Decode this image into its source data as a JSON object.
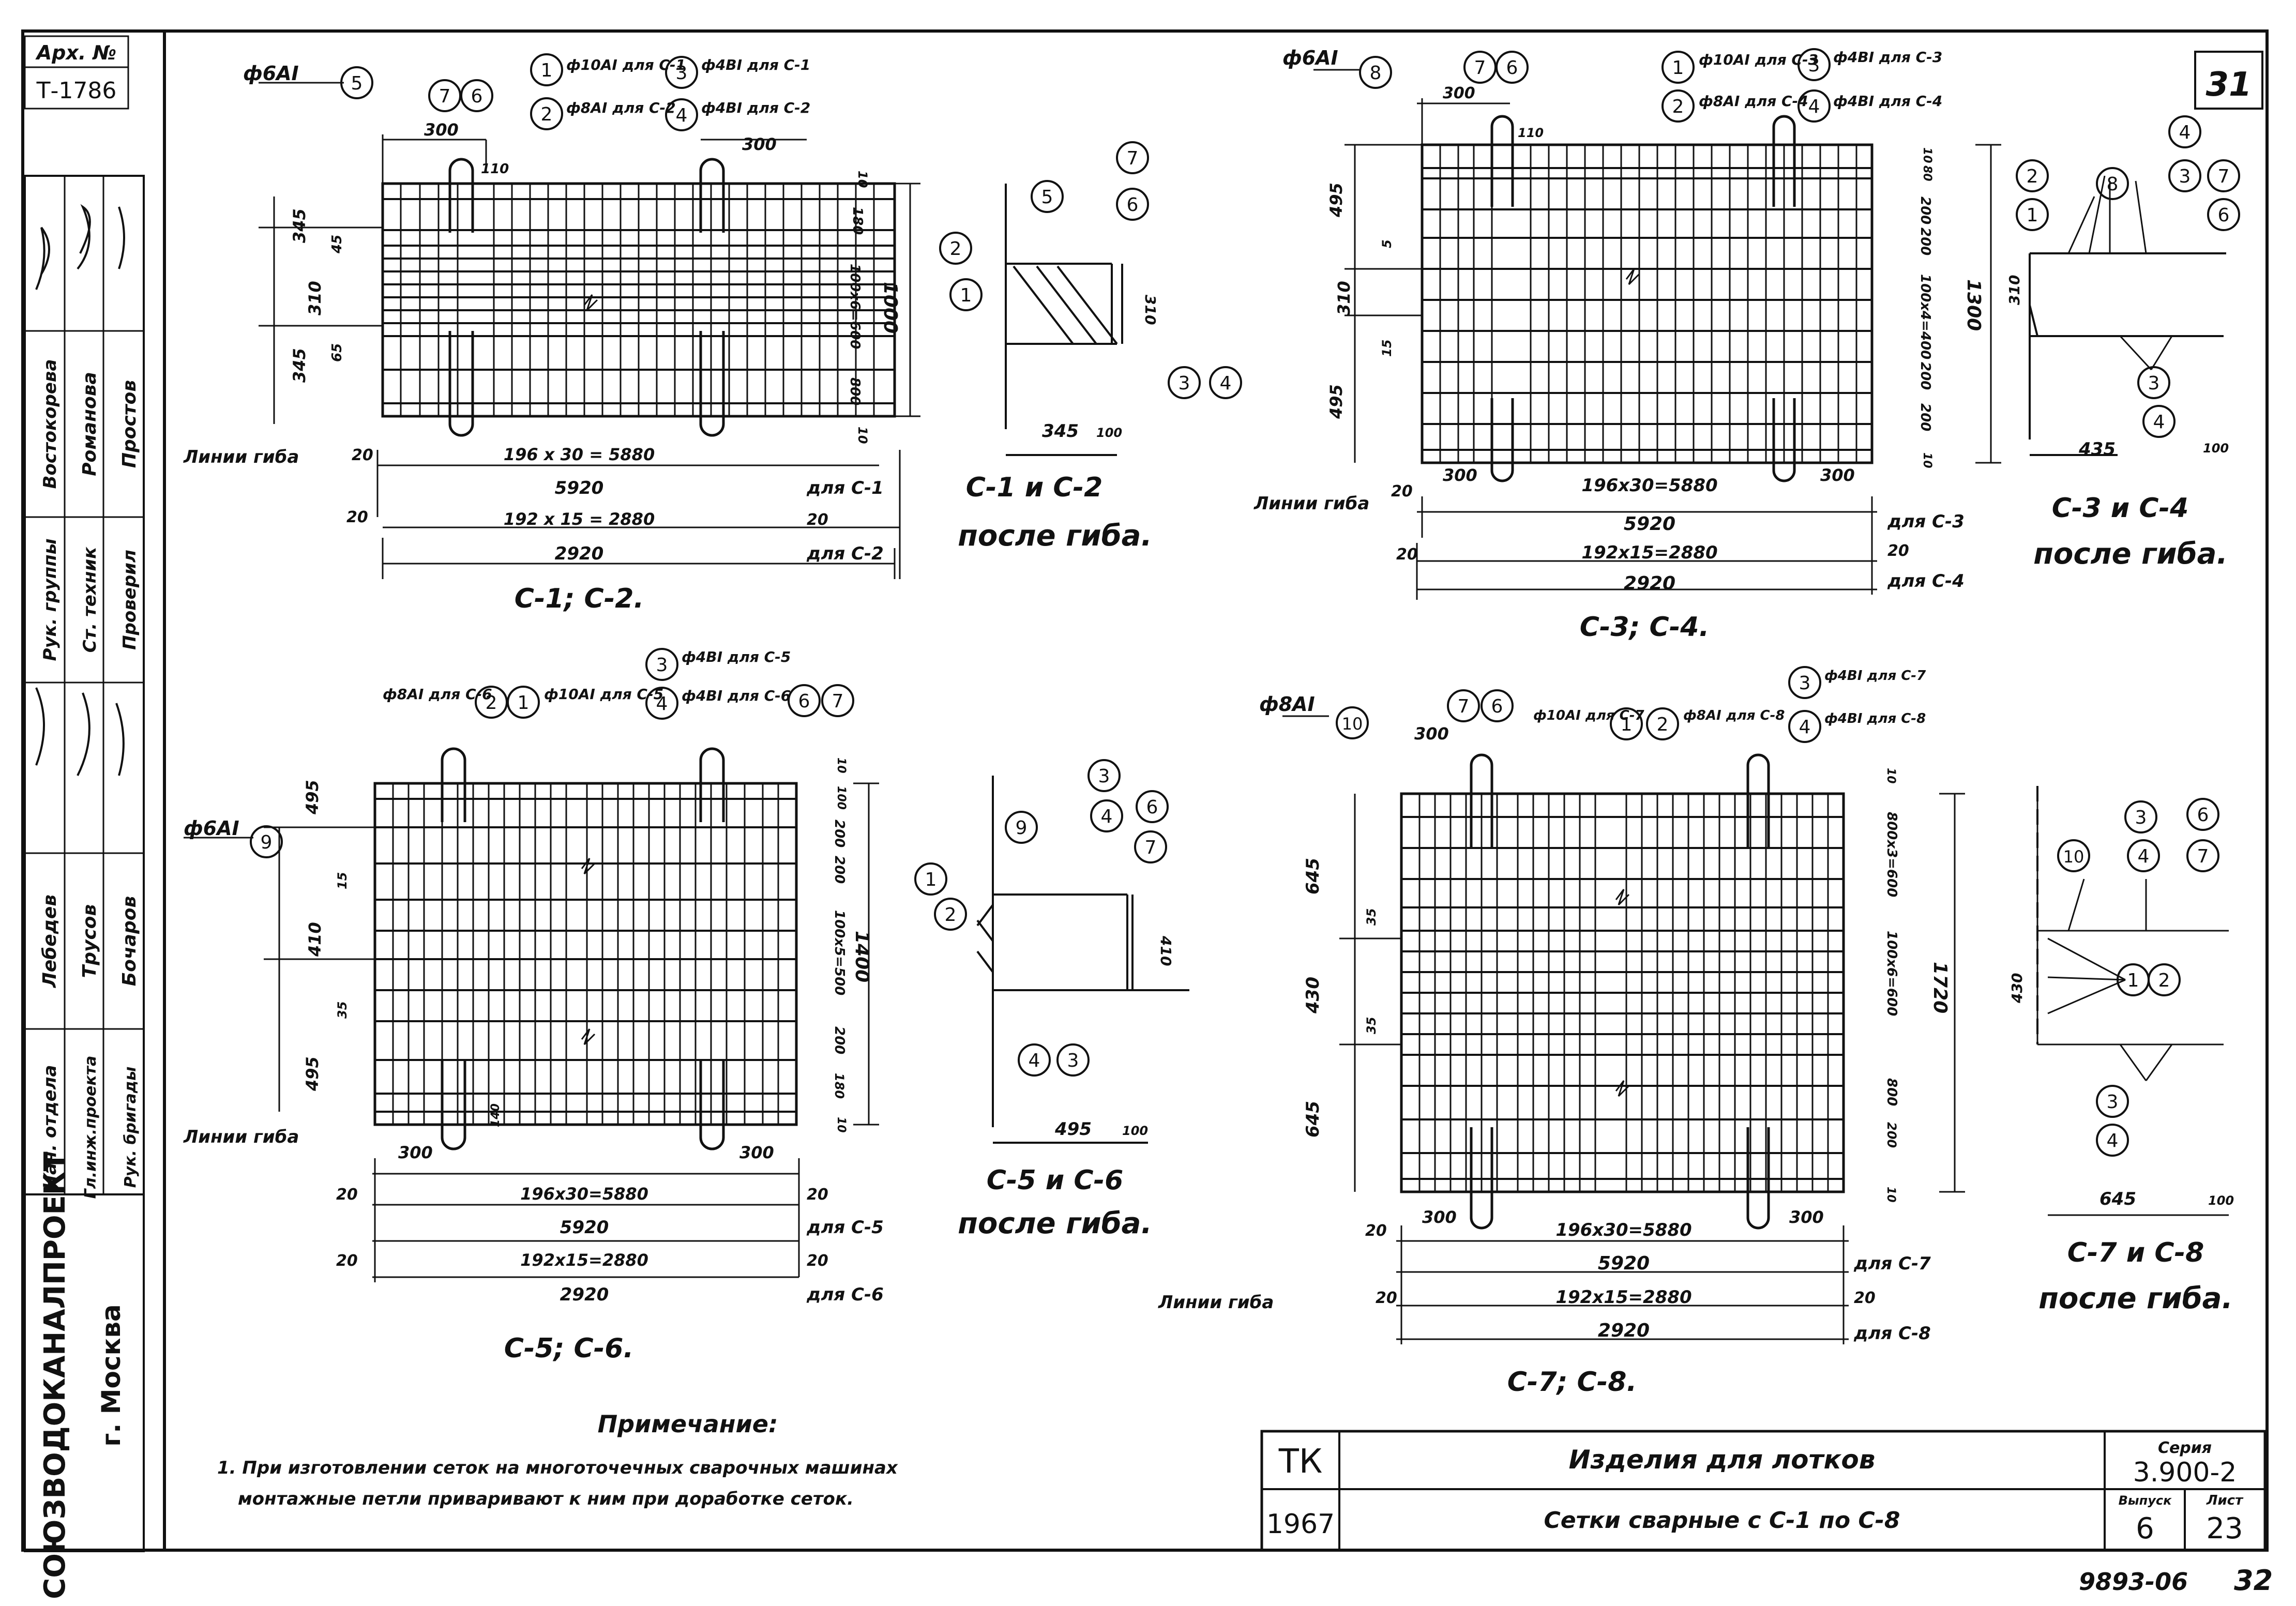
{
  "stamp": {
    "arch_label": "Арх. №",
    "arch_no": "Т-1786"
  },
  "staff": {
    "roles": [
      "Нач. отдела",
      "Гл.инж.проекта",
      "Рук. бригады",
      "Рук. группы",
      "Ст. техник",
      "Проверил"
    ],
    "names": [
      "Лебедев",
      "Трусов",
      "Бочаров",
      "Востокорева",
      "Романова",
      "Простов"
    ]
  },
  "org": {
    "name": "СОЮЗВОДОКАНАЛПРОЕКТ",
    "city": "г. Москва"
  },
  "sheet_number": "31",
  "views": {
    "v1": {
      "title": "С-1; С-2.",
      "bend_label": "Линии гиба",
      "bar_main": "ф6АI",
      "tags_top": [
        "5",
        "7",
        "6",
        "1",
        "2",
        "3",
        "4"
      ],
      "spec_1": "ф10АI для С-1",
      "spec_2": "ф8АI для С-2",
      "spec_3": "ф4ВI для С-1",
      "spec_4": "ф4ВI для С-2",
      "dims_top": [
        "300",
        "110",
        "300"
      ],
      "dims_left": [
        "345",
        "310",
        "345",
        "45",
        "65"
      ],
      "dims_right": [
        "10",
        "180",
        "100x6=600",
        "800",
        "10",
        "1000"
      ],
      "dim_rows": [
        [
          "20",
          "196 x 30 = 5880",
          ""
        ],
        [
          "",
          "5920",
          "для С-1"
        ],
        [
          "20",
          "192 x 15 = 2880",
          "20"
        ],
        [
          "",
          "2920",
          "для С-2"
        ]
      ]
    },
    "v1a": {
      "title": "С-1 и С-2",
      "subtitle": "после гиба.",
      "tags": [
        "2",
        "1",
        "5",
        "7",
        "6",
        "3",
        "4"
      ],
      "dims": [
        "310",
        "345",
        "100"
      ]
    },
    "v2": {
      "title": "С-3; С-4.",
      "bend_label": "Линии гиба",
      "bar_main": "ф6АI",
      "tags_top": [
        "8",
        "7",
        "6",
        "1",
        "2",
        "3",
        "4"
      ],
      "spec_1": "ф10АI для С-3",
      "spec_2": "ф8АI для С-4",
      "spec_3": "ф4ВI для С-3",
      "spec_4": "ф4ВI для С-4",
      "dims_top": [
        "300",
        "110",
        "300",
        "300"
      ],
      "dims_left": [
        "495",
        "310",
        "495",
        "5",
        "15"
      ],
      "dims_right": [
        "10",
        "80",
        "200",
        "200",
        "100x4=400",
        "200",
        "200",
        "10",
        "1300"
      ],
      "dim_rows": [
        [
          "20",
          "196x30=5880",
          ""
        ],
        [
          "",
          "5920",
          "для С-3"
        ],
        [
          "20",
          "192x15=2880",
          "20"
        ],
        [
          "",
          "2920",
          "для С-4"
        ]
      ]
    },
    "v2a": {
      "title": "С-3 и С-4",
      "subtitle": "после гиба.",
      "tags": [
        "2",
        "1",
        "8",
        "4",
        "3",
        "7",
        "6",
        "3",
        "4"
      ],
      "dims": [
        "310",
        "435",
        "100"
      ]
    },
    "v3": {
      "title": "С-5; С-6.",
      "bend_label": "Линии гиба",
      "bar_main": "ф6АI",
      "tags_top": [
        "9",
        "2",
        "1",
        "3",
        "4",
        "6",
        "7"
      ],
      "spec_1": "ф10АI для С-5",
      "spec_2": "ф8АI для С-6",
      "spec_3": "ф4ВI для С-5",
      "spec_4": "ф4ВI для С-6",
      "dims_top": [
        "300",
        "300",
        "140"
      ],
      "dims_left": [
        "495",
        "410",
        "495",
        "15",
        "35"
      ],
      "dims_right": [
        "10",
        "100",
        "200",
        "200",
        "100x5=500",
        "200",
        "180",
        "10",
        "1400"
      ],
      "dim_rows": [
        [
          "20",
          "196x30=5880",
          "20"
        ],
        [
          "",
          "5920",
          "для С-5"
        ],
        [
          "20",
          "192x15=2880",
          "20"
        ],
        [
          "",
          "2920",
          "для С-6"
        ]
      ]
    },
    "v3a": {
      "title": "С-5 и С-6",
      "subtitle": "после гиба.",
      "tags": [
        "9",
        "1",
        "2",
        "3",
        "4",
        "6",
        "7",
        "4",
        "3"
      ],
      "dims": [
        "410",
        "495",
        "100"
      ]
    },
    "v4": {
      "title": "С-7; С-8.",
      "bend_label": "Линии гиба",
      "bar_main": "ф8АI",
      "tags_top": [
        "10",
        "7",
        "6",
        "1",
        "2",
        "3",
        "4"
      ],
      "spec_1": "ф10АI для С-7",
      "spec_2": "ф8АI для С-8",
      "spec_3": "ф4ВI для С-7",
      "spec_4": "ф4ВI для С-8",
      "dims_top": [
        "300",
        "300",
        "300"
      ],
      "dims_left": [
        "645",
        "430",
        "645",
        "35",
        "35"
      ],
      "dims_right": [
        "10",
        "800x3=600",
        "100x6=600",
        "800",
        "200",
        "10",
        "1720"
      ],
      "dim_rows": [
        [
          "20",
          "196x30=5880",
          ""
        ],
        [
          "",
          "5920",
          "для С-7"
        ],
        [
          "20",
          "192x15=2880",
          "20"
        ],
        [
          "",
          "2920",
          "для С-8"
        ]
      ]
    },
    "v4a": {
      "title": "С-7 и С-8",
      "subtitle": "после гиба.",
      "tags": [
        "10",
        "3",
        "4",
        "6",
        "7",
        "1",
        "2",
        "3",
        "4"
      ],
      "dims": [
        "430",
        "645",
        "100"
      ]
    }
  },
  "note": {
    "heading": "Примечание:",
    "text1": "1. При изготовлении сеток на многоточечных сварочных машинах",
    "text2": "монтажные петли приваривают к ним при доработке сеток."
  },
  "titleblock": {
    "tk": "ТК",
    "year": "1967",
    "title": "Изделия для лотков",
    "subtitle": "Сетки сварные с С-1 по С-8",
    "series_label": "Серия",
    "series": "3.900-2",
    "issue_label": "Выпуск",
    "issue": "6",
    "sheet_label": "Лист",
    "sheet": "23"
  },
  "bottom_ref": {
    "doc": "9893-06",
    "page": "32"
  }
}
